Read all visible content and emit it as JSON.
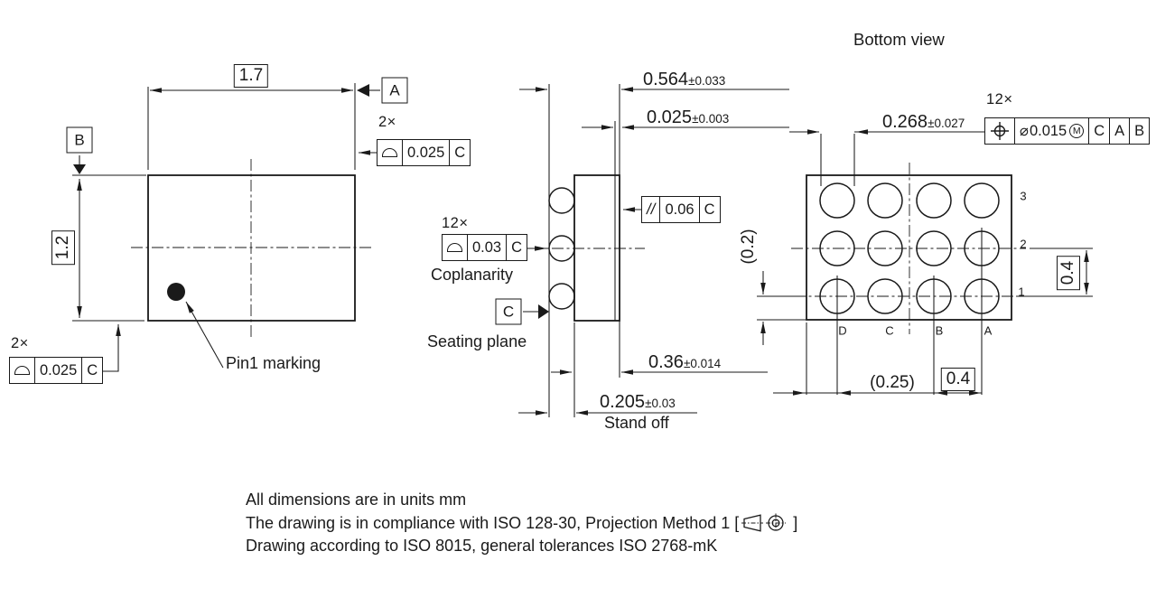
{
  "colors": {
    "ink": "#1a1a1a",
    "bg": "#ffffff"
  },
  "top_view": {
    "width_dim": "1.7",
    "height_dim": "1.2",
    "datum_a": "A",
    "datum_b": "B",
    "edge_profile_top": {
      "count": "2×",
      "tolerance": "0.025",
      "datum": "C"
    },
    "edge_profile_bottom": {
      "count": "2×",
      "tolerance": "0.025",
      "datum": "C"
    },
    "pin1_label": "Pin1 marking"
  },
  "side_view": {
    "overall_height": {
      "value": "0.564",
      "tol": "±0.033"
    },
    "top_layer": {
      "value": "0.025",
      "tol": "±0.003"
    },
    "parallelism": {
      "symbol": "//",
      "tolerance": "0.06",
      "datum": "C"
    },
    "coplanarity": {
      "count": "12×",
      "tolerance": "0.03",
      "datum": "C",
      "label": "Coplanarity"
    },
    "datum_c": "C",
    "seating_plane_label": "Seating plane",
    "body_height": {
      "value": "0.36",
      "tol": "±0.014"
    },
    "stand_off": {
      "value": "0.205",
      "tol": "±0.03",
      "label": "Stand off"
    }
  },
  "bottom_view": {
    "title": "Bottom view",
    "ball_diameter": {
      "value": "0.268",
      "tol": "±0.027"
    },
    "position_tolerance": {
      "count": "12×",
      "diameter": "⌀",
      "tolerance": "0.015",
      "modifier": "M",
      "datum1": "C",
      "datum2": "A",
      "datum3": "B"
    },
    "row_labels": [
      "3",
      "2",
      "1"
    ],
    "col_labels": [
      "D",
      "C",
      "B",
      "A"
    ],
    "row_pitch": "0.4",
    "col_pitch": "0.4",
    "edge_to_row1": "(0.2)",
    "edge_to_colD": "(0.25)"
  },
  "notes": {
    "line1": "All dimensions are in units mm",
    "line2_prefix": "The drawing is in compliance with ISO 128-30, Projection Method 1 [",
    "line2_suffix": "]",
    "line3": "Drawing according to ISO 8015, general tolerances ISO 2768-mK"
  }
}
